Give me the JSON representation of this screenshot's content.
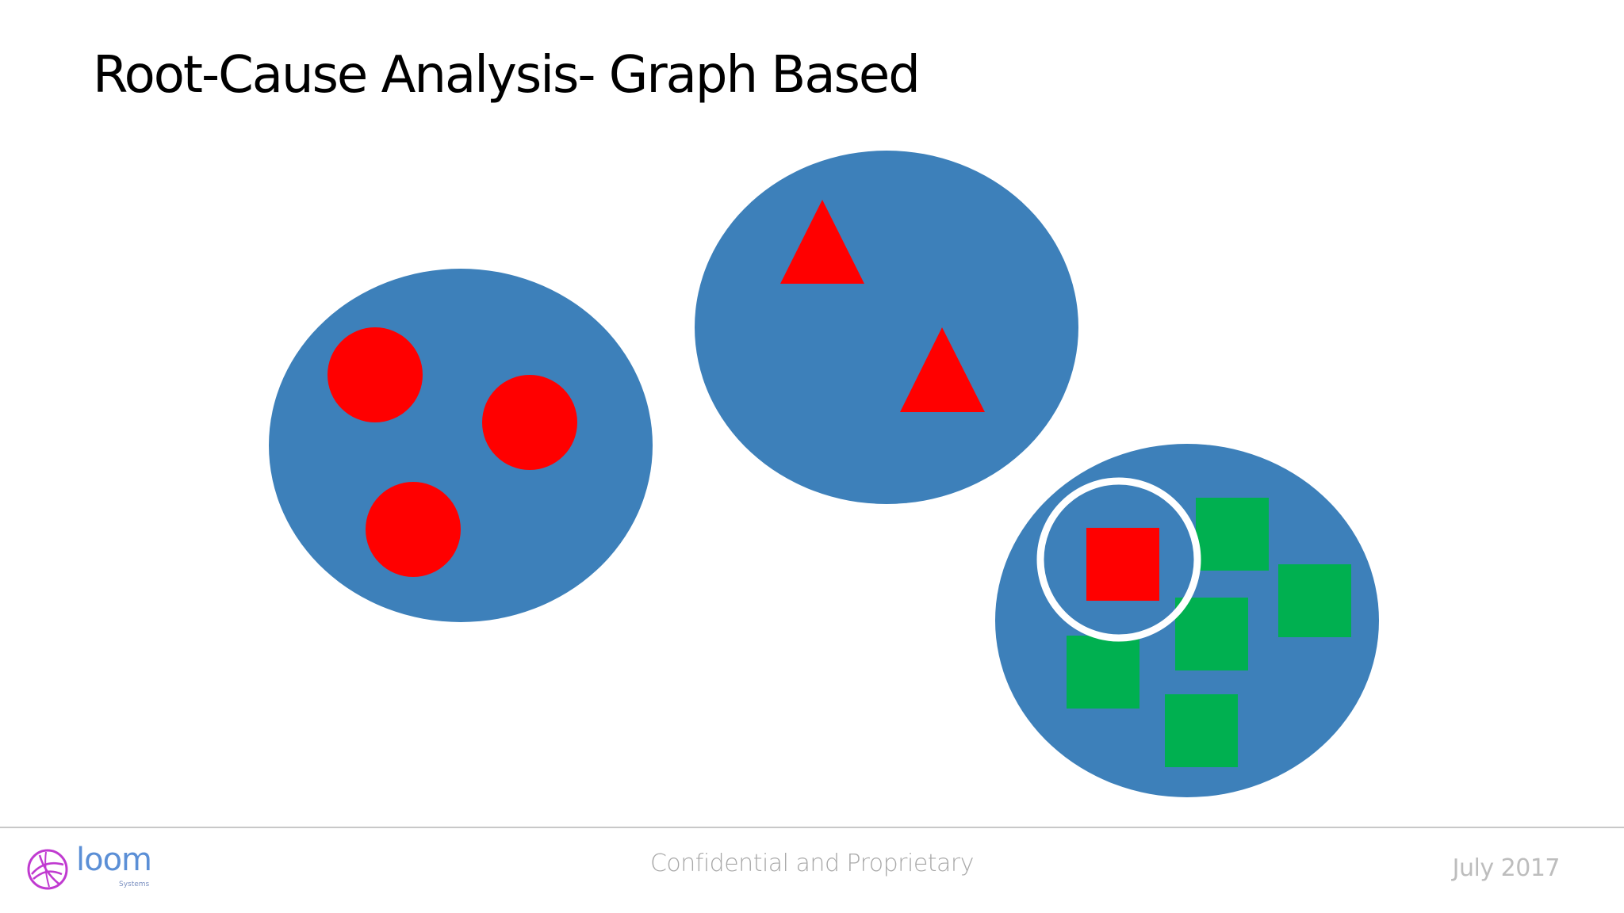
{
  "slide": {
    "title": "Root-Cause Analysis- Graph Based"
  },
  "diagram": {
    "colors": {
      "cluster": "#3d80ba",
      "anomaly": "#ff0000",
      "normal": "#00b050",
      "highlight": "#ffffff"
    },
    "clusters": [
      {
        "shape": "circle",
        "color": "anomaly",
        "count": 3
      },
      {
        "shape": "triangle",
        "color": "anomaly",
        "count": 2
      },
      {
        "shape": "square",
        "mixed": true,
        "normal_count": 5,
        "anomaly_count": 1,
        "highlighted": "anomaly"
      }
    ]
  },
  "footer": {
    "center_text": "Confidential and Proprietary",
    "date": "July 2017",
    "logo": {
      "name": "loom",
      "sub": "Systems",
      "icon": "loom-logo-icon",
      "color": "#c03ad0"
    }
  }
}
